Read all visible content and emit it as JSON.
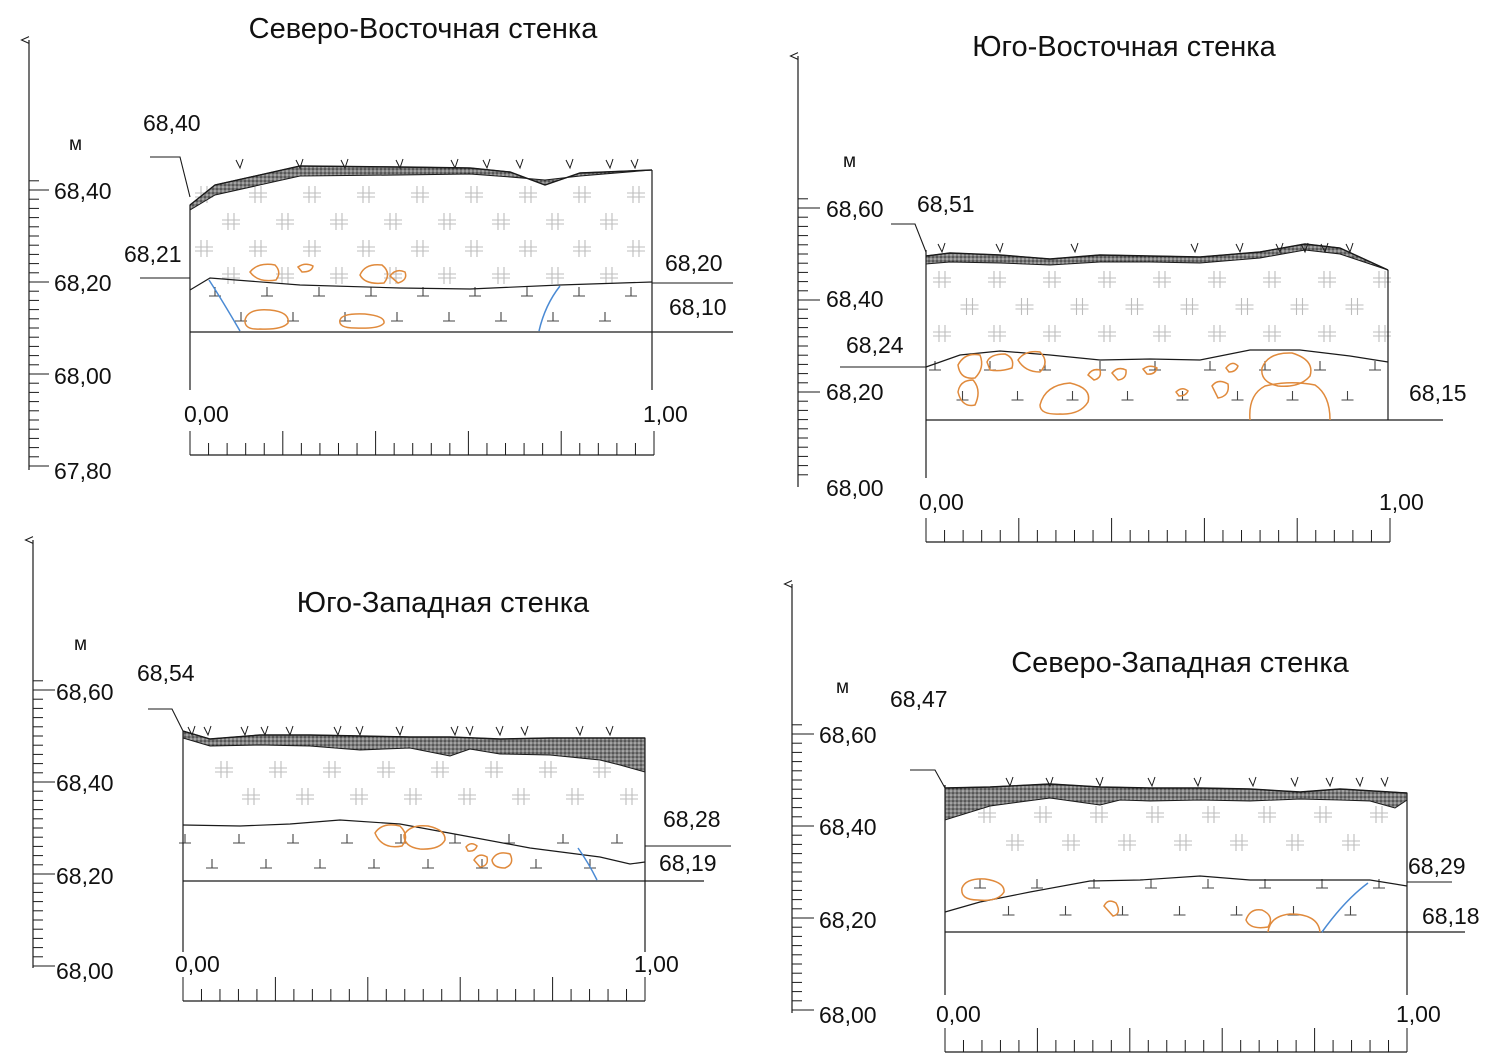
{
  "colors": {
    "line": "#1a1a1a",
    "soil_fill": "#7d7d7d",
    "soil_dots": "#2a2a2a",
    "cross_symbol": "#bdbdbd",
    "tee_symbol": "#444444",
    "stone_outline": "#e08a3c",
    "crack_line": "#4a8ad4"
  },
  "pattern_legend": {
    "topsoil": "dotted dark fill with grass tufts",
    "middle_layer": "light-grey cross symbols",
    "lower_layer": "inverted-T symbols",
    "stones": "orange outlines",
    "cracks": "blue lines"
  },
  "profiles": [
    {
      "id": "ne",
      "title": "Северо-Восточная стенка",
      "unit": "м",
      "y_ticks": [
        "68,40",
        "68,20",
        "68,00",
        "67,80"
      ],
      "x_labels": [
        "0,00",
        "1,00"
      ],
      "elevations": {
        "surface": "68,40",
        "boundary_left": "68,21",
        "boundary_right": "68,20",
        "base": "68,10"
      }
    },
    {
      "id": "se",
      "title": "Юго-Восточная стенка",
      "unit": "м",
      "y_ticks": [
        "68,60",
        "68,40",
        "68,20",
        "68,00"
      ],
      "x_labels": [
        "0,00",
        "1,00"
      ],
      "elevations": {
        "surface": "68,51",
        "boundary": "68,24",
        "base": "68,15"
      }
    },
    {
      "id": "sw",
      "title": "Юго-Западная стенка",
      "unit": "м",
      "y_ticks": [
        "68,60",
        "68,40",
        "68,20",
        "68,00"
      ],
      "x_labels": [
        "0,00",
        "1,00"
      ],
      "elevations": {
        "surface": "68,54",
        "boundary": "68,28",
        "base": "68,19"
      }
    },
    {
      "id": "nw",
      "title": "Северо-Западная стенка",
      "unit": "м",
      "y_ticks": [
        "68,60",
        "68,40",
        "68,20",
        "68,00"
      ],
      "x_labels": [
        "0,00",
        "1,00"
      ],
      "elevations": {
        "surface": "68,47",
        "boundary": "68,29",
        "base": "68,18"
      }
    }
  ]
}
